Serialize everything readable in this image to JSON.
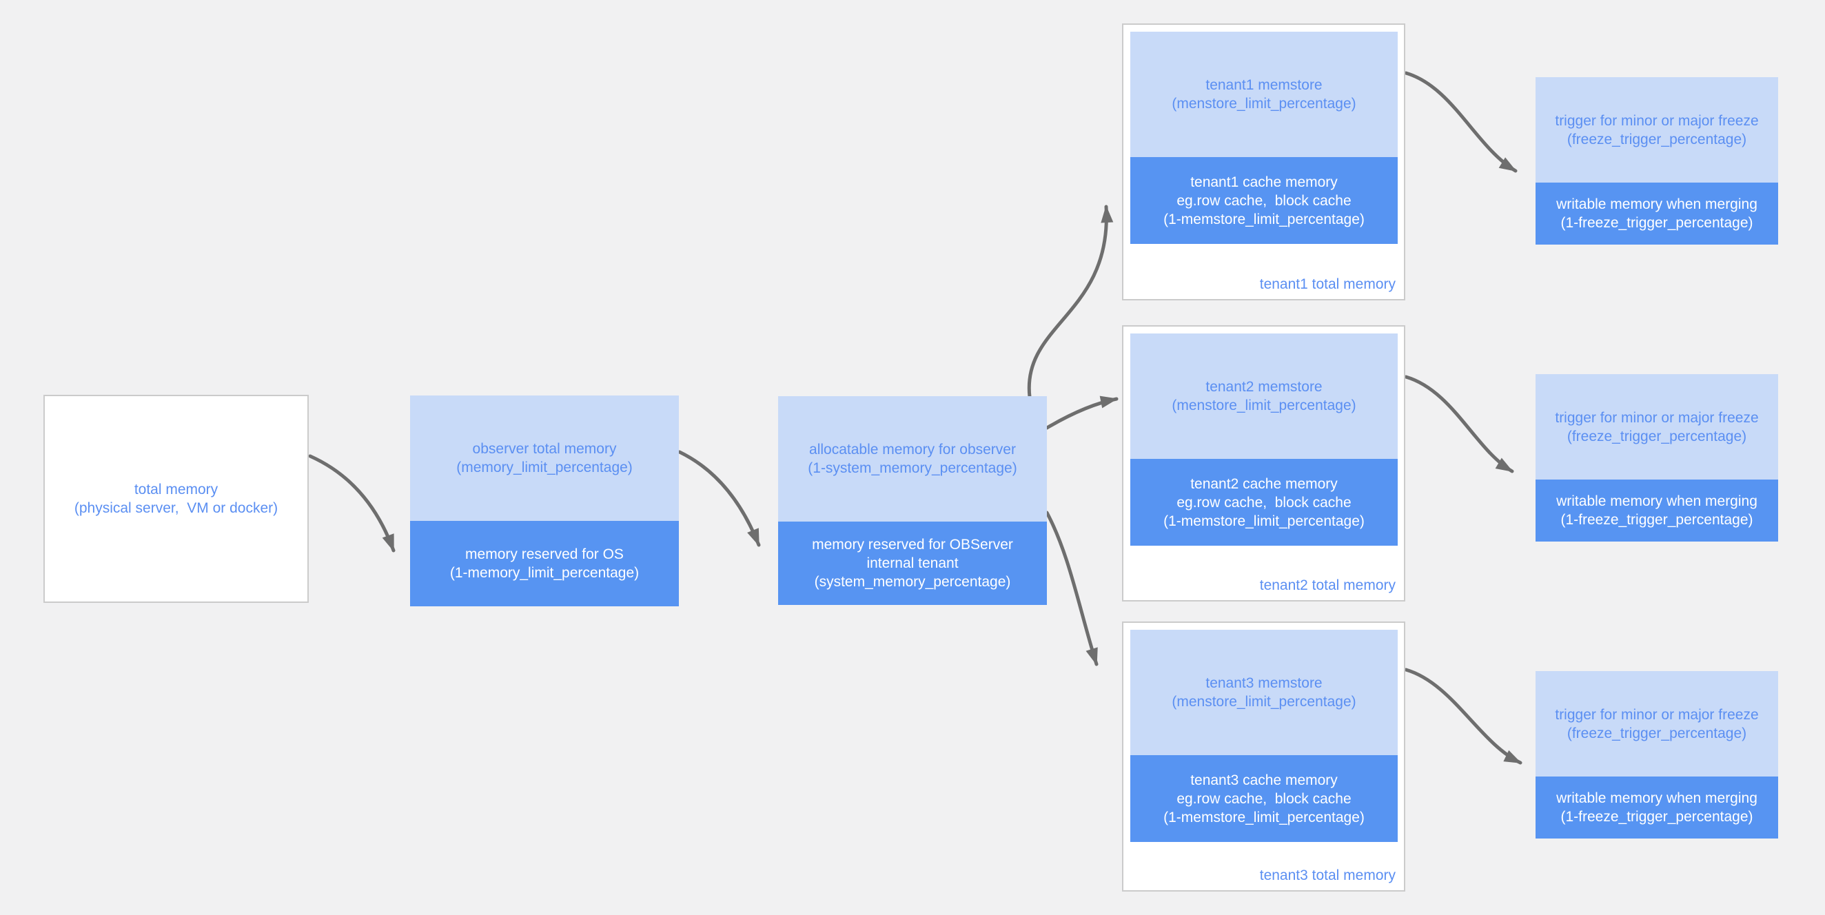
{
  "colors": {
    "background": "#f1f1f2",
    "light_blue": "#c8daf8",
    "dark_blue": "#5794f2",
    "text_blue": "#5b8ff2",
    "arrow_gray": "#6e6e6e",
    "box_border": "#cbcbcb",
    "white": "#ffffff"
  },
  "boxes": {
    "total_memory": {
      "lines": [
        "total memory",
        "(physical server,  VM or docker)"
      ]
    },
    "observer_total": {
      "light": [
        "observer total memory",
        "(memory_limit_percentage)"
      ],
      "dark": [
        "memory reserved for OS",
        "(1-memory_limit_percentage)"
      ]
    },
    "allocatable": {
      "light": [
        "allocatable memory for observer",
        "(1-system_memory_percentage)"
      ],
      "dark": [
        "memory reserved for OBServer",
        "internal tenant",
        "(system_memory_percentage)"
      ]
    }
  },
  "tenants": [
    {
      "memstore": [
        "tenant1 memstore",
        "(menstore_limit_percentage)"
      ],
      "cache": [
        "tenant1 cache memory",
        "eg.row cache,  block cache",
        "(1-memstore_limit_percentage)"
      ],
      "total_label": "tenant1 total memory"
    },
    {
      "memstore": [
        "tenant2 memstore",
        "(menstore_limit_percentage)"
      ],
      "cache": [
        "tenant2 cache memory",
        "eg.row cache,  block cache",
        "(1-memstore_limit_percentage)"
      ],
      "total_label": "tenant2 total memory"
    },
    {
      "memstore": [
        "tenant3 memstore",
        "(menstore_limit_percentage)"
      ],
      "cache": [
        "tenant3 cache memory",
        "eg.row cache,  block cache",
        "(1-memstore_limit_percentage)"
      ],
      "total_label": "tenant3 total memory"
    }
  ],
  "triggers": [
    {
      "light": [
        "trigger for minor or major freeze",
        "(freeze_trigger_percentage)"
      ],
      "dark": [
        "writable memory when merging",
        "(1-freeze_trigger_percentage)"
      ]
    },
    {
      "light": [
        "trigger for minor or major freeze",
        "(freeze_trigger_percentage)"
      ],
      "dark": [
        "writable memory when merging",
        "(1-freeze_trigger_percentage)"
      ]
    },
    {
      "light": [
        "trigger for minor or major freeze",
        "(freeze_trigger_percentage)"
      ],
      "dark": [
        "writable memory when merging",
        "(1-freeze_trigger_percentage)"
      ]
    }
  ]
}
